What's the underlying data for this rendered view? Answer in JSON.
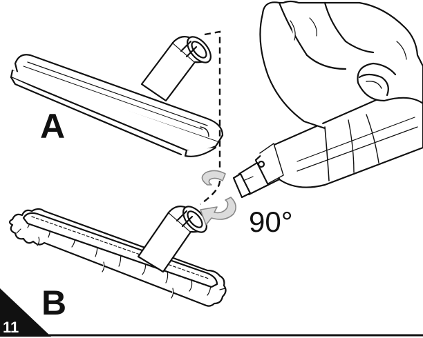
{
  "figure": {
    "step_number": "11",
    "label_a": "A",
    "label_b": "B",
    "rotation_label": "90°",
    "colors": {
      "ink": "#111111",
      "background": "#ffffff",
      "arrow_fill": "#dcdcdc",
      "arrow_stroke": "#888888"
    }
  }
}
